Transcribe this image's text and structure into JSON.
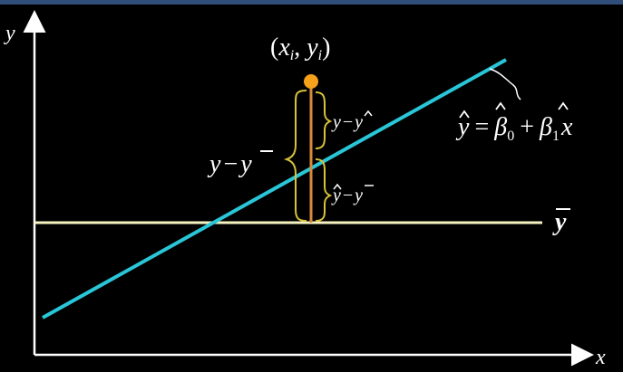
{
  "axes": {
    "y_label": "y",
    "x_label": "x"
  },
  "point": {
    "label_open": "(",
    "x": "x",
    "sub_x": "i",
    "comma": ", ",
    "y": "y",
    "sub_y": "i",
    "label_close": ")"
  },
  "regression_line": {
    "y": "y",
    "eq": "=",
    "beta": "β",
    "sub0": "0",
    "plus": "+",
    "sub1": "1",
    "x": "x"
  },
  "mean_line": {
    "label": "y"
  },
  "braces": {
    "total": {
      "y": "y",
      "minus": "−",
      "ybar": "y"
    },
    "residual": {
      "y": "y",
      "minus": "−",
      "yhat": "y"
    },
    "explained": {
      "yhat": "y",
      "minus": "−",
      "ybar": "y"
    }
  },
  "colors": {
    "background": "#000000",
    "regression_line": "#29c6d8",
    "mean_line": "#f3f2c0",
    "point": "#f5a11b",
    "vertical_segment": "#d88a3a",
    "brace": "#d8c23a",
    "axes": "#ffffff"
  }
}
